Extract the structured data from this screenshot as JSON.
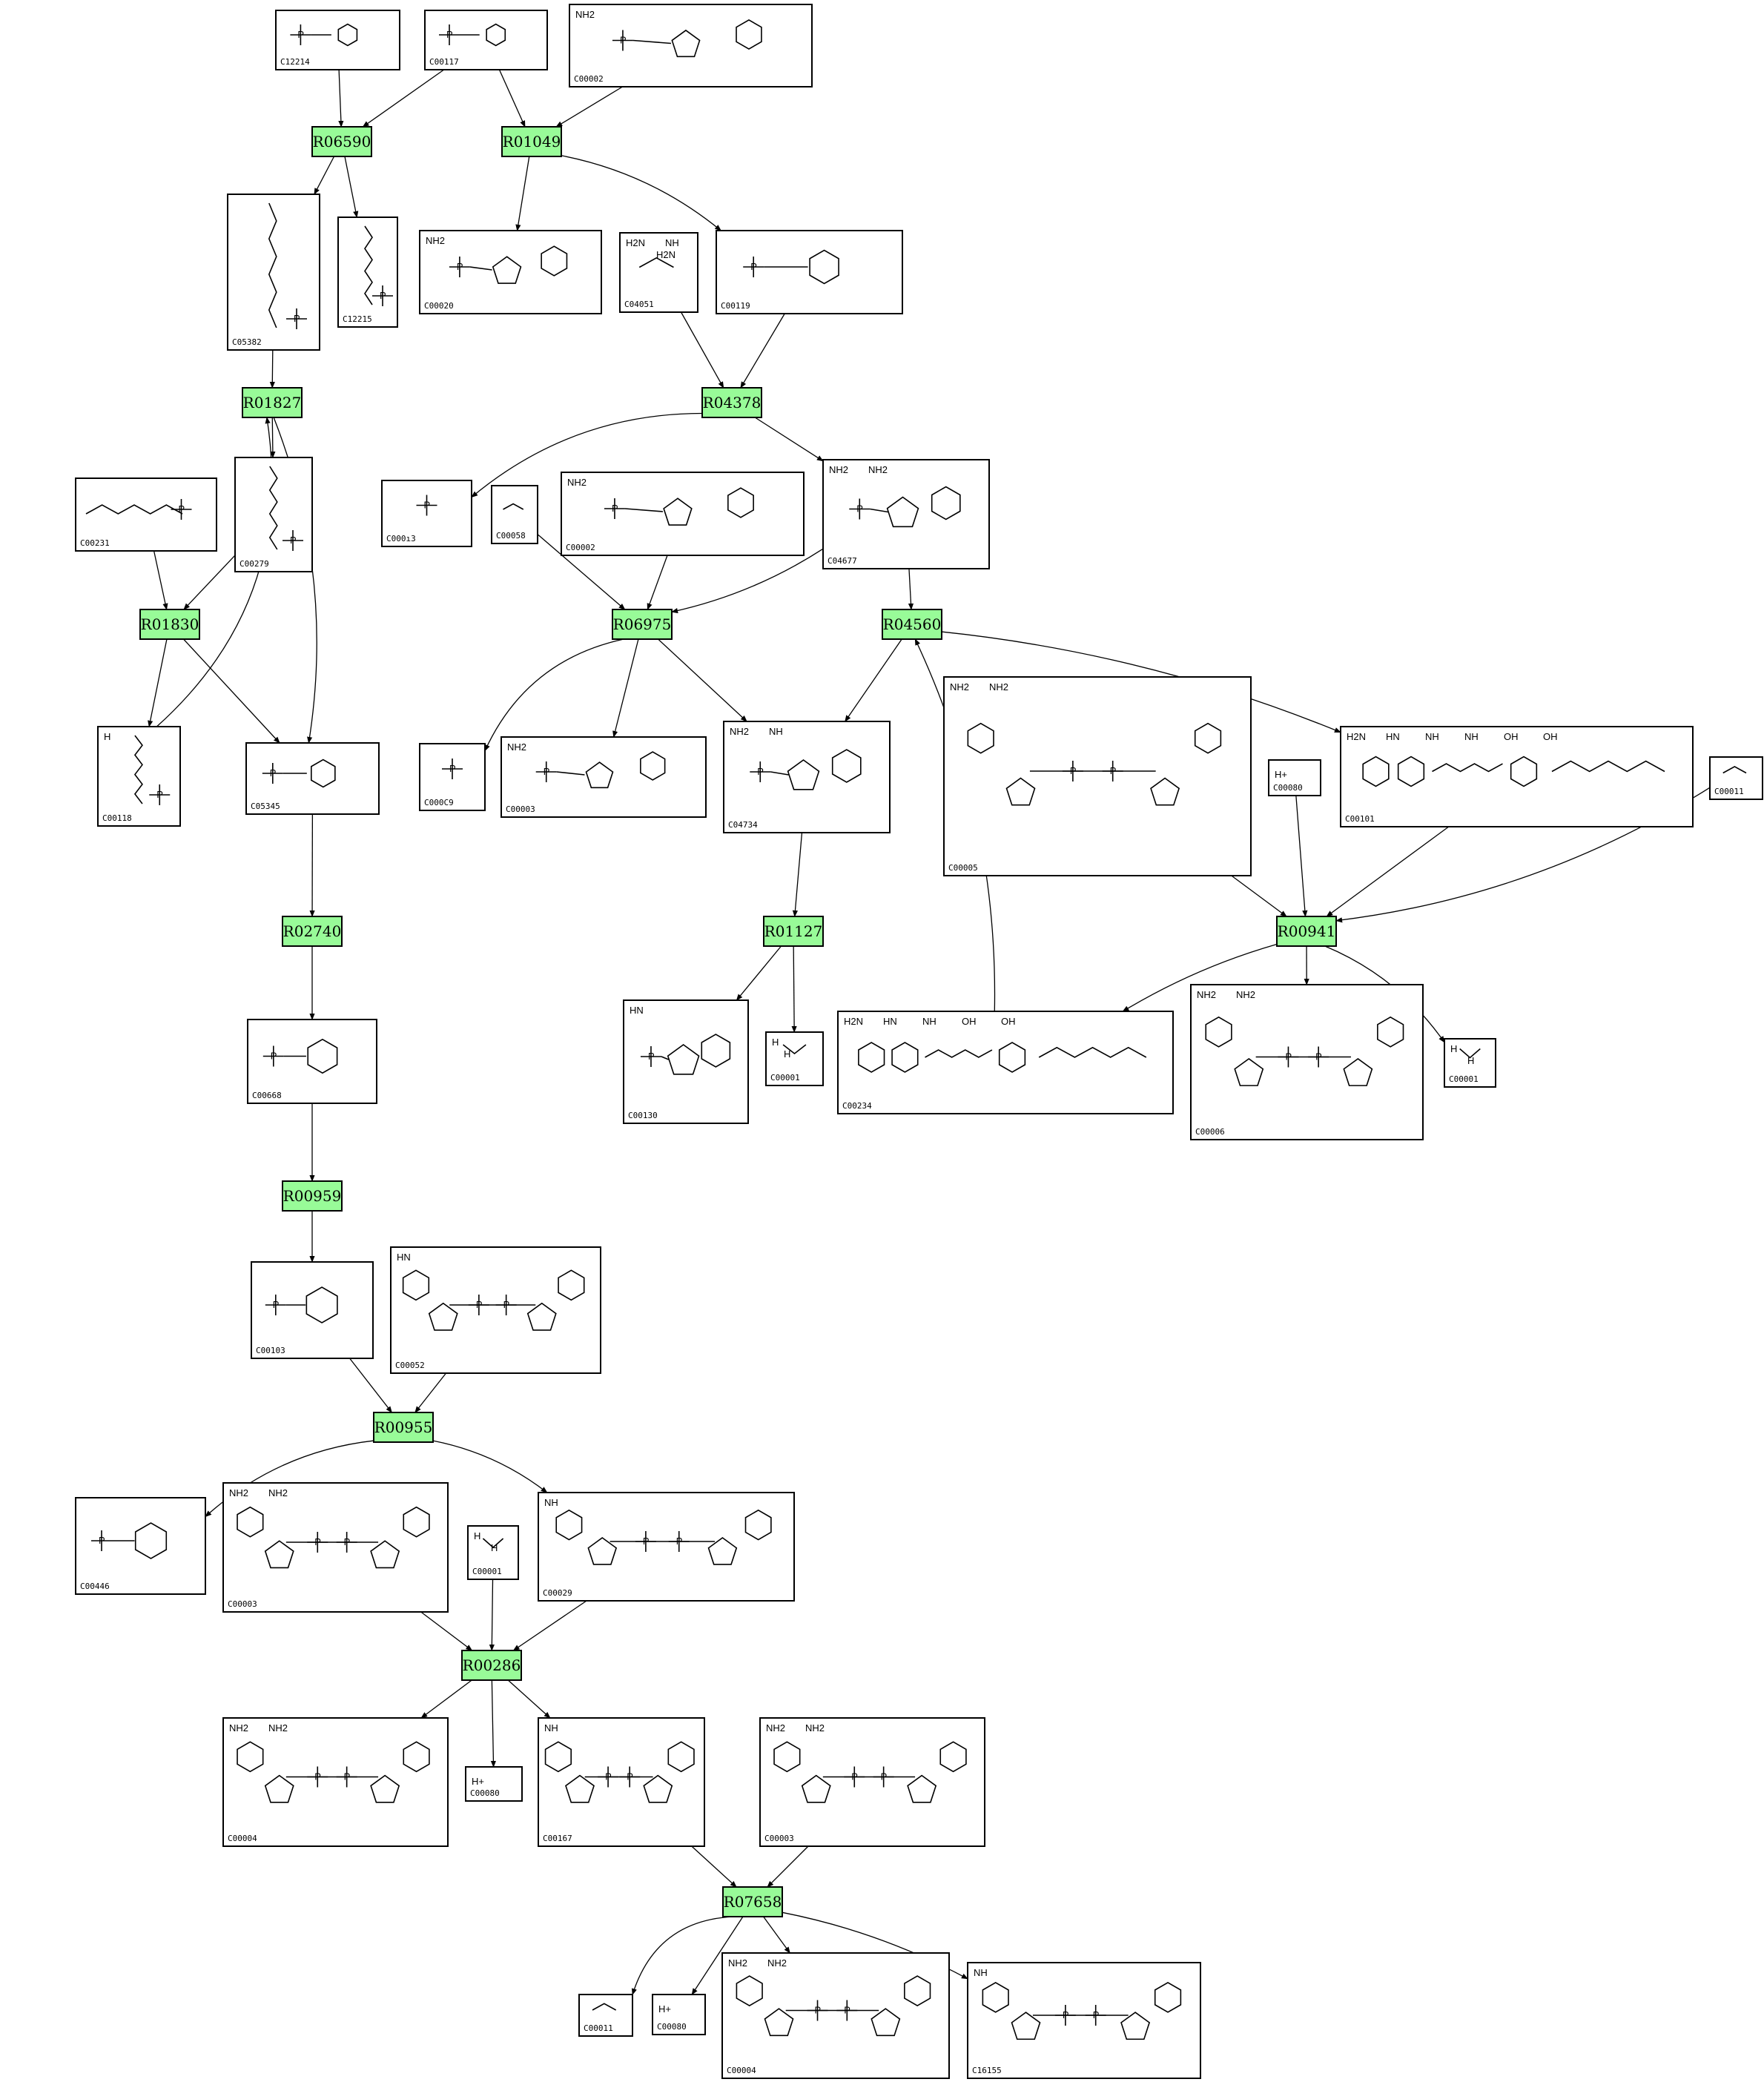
{
  "reactions": [
    {
      "id": "R06590"
    },
    {
      "id": "R01049"
    },
    {
      "id": "R01827"
    },
    {
      "id": "R04378"
    },
    {
      "id": "R01830"
    },
    {
      "id": "R06975"
    },
    {
      "id": "R04560"
    },
    {
      "id": "R02740"
    },
    {
      "id": "R01127"
    },
    {
      "id": "R00941"
    },
    {
      "id": "R00959"
    },
    {
      "id": "R00955"
    },
    {
      "id": "R00286"
    },
    {
      "id": "R07658"
    }
  ],
  "compounds": [
    {
      "id": "C12214",
      "kind": "phosphosugar"
    },
    {
      "id": "C00117",
      "kind": "phosphosugar"
    },
    {
      "id": "C00002",
      "kind": "nucleotide",
      "atoms": [
        "NH2"
      ]
    },
    {
      "id": "C05382",
      "kind": "chain"
    },
    {
      "id": "C12215",
      "kind": "chain"
    },
    {
      "id": "C00020",
      "kind": "nucleotide",
      "atoms": [
        "NH2"
      ]
    },
    {
      "id": "C04051",
      "kind": "small",
      "atoms": [
        "H2N",
        "NH",
        "H2N"
      ]
    },
    {
      "id": "C00119",
      "kind": "phosphosugar"
    },
    {
      "id": "C00231",
      "kind": "chain"
    },
    {
      "id": "C00279",
      "kind": "chain"
    },
    {
      "id": "C00013",
      "kind": "phosphate",
      "label": "C000ı3"
    },
    {
      "id": "C00058",
      "kind": "small"
    },
    {
      "id": "C00002b",
      "label": "C00002",
      "kind": "nucleotide",
      "atoms": [
        "NH2"
      ]
    },
    {
      "id": "C04677",
      "kind": "nucleotide",
      "atoms": [
        "NH2",
        "NH2"
      ]
    },
    {
      "id": "C00118",
      "kind": "chain",
      "atoms": [
        "H"
      ]
    },
    {
      "id": "C05345",
      "kind": "phosphosugar"
    },
    {
      "id": "C00009",
      "kind": "phosphate",
      "label": "C000C9"
    },
    {
      "id": "C00003a",
      "label": "C00003",
      "kind": "nucleotide",
      "atoms": [
        "NH2"
      ]
    },
    {
      "id": "C04734",
      "kind": "nucleotide",
      "atoms": [
        "NH2",
        "NH"
      ]
    },
    {
      "id": "C00005",
      "kind": "dinucleotide",
      "atoms": [
        "NH2",
        "NH2"
      ]
    },
    {
      "id": "C00080a",
      "label": "C00080",
      "kind": "proton",
      "atoms": [
        "H+"
      ]
    },
    {
      "id": "C00101",
      "kind": "folate",
      "atoms": [
        "H2N",
        "HN",
        "NH",
        "NH",
        "OH",
        "OH"
      ]
    },
    {
      "id": "C00011a",
      "label": "C00011",
      "kind": "small"
    },
    {
      "id": "C00668",
      "kind": "phosphosugar"
    },
    {
      "id": "C00130",
      "kind": "nucleotide",
      "atoms": [
        "HN"
      ]
    },
    {
      "id": "C00001a",
      "label": "C00001",
      "kind": "water",
      "atoms": [
        "H",
        "H"
      ]
    },
    {
      "id": "C00234",
      "kind": "folate",
      "atoms": [
        "H2N",
        "HN",
        "NH",
        "OH",
        "OH"
      ]
    },
    {
      "id": "C00006",
      "kind": "dinucleotide",
      "atoms": [
        "NH2",
        "NH2"
      ]
    },
    {
      "id": "C00001b",
      "label": "C00001",
      "kind": "water",
      "atoms": [
        "H",
        "H"
      ]
    },
    {
      "id": "C00103",
      "kind": "phosphosugar"
    },
    {
      "id": "C00052",
      "kind": "dinucleotide",
      "atoms": [
        "HN"
      ]
    },
    {
      "id": "C00446",
      "kind": "phosphosugar"
    },
    {
      "id": "C00003b",
      "label": "C00003",
      "kind": "dinucleotide",
      "atoms": [
        "NH2",
        "NH2"
      ]
    },
    {
      "id": "C00001c",
      "label": "C00001",
      "kind": "water",
      "atoms": [
        "H",
        "H"
      ]
    },
    {
      "id": "C00029",
      "kind": "dinucleotide",
      "atoms": [
        "NH"
      ]
    },
    {
      "id": "C00004a",
      "label": "C00004",
      "kind": "dinucleotide",
      "atoms": [
        "NH2",
        "NH2"
      ]
    },
    {
      "id": "C00080b",
      "label": "C00080",
      "kind": "proton",
      "atoms": [
        "H+"
      ]
    },
    {
      "id": "C00167",
      "kind": "dinucleotide",
      "atoms": [
        "NH"
      ]
    },
    {
      "id": "C00003c",
      "label": "C00003",
      "kind": "dinucleotide",
      "atoms": [
        "NH2",
        "NH2"
      ]
    },
    {
      "id": "C00011b",
      "label": "C00011",
      "kind": "small"
    },
    {
      "id": "C00080c",
      "label": "C00080",
      "kind": "proton",
      "atoms": [
        "H+"
      ]
    },
    {
      "id": "C00004b",
      "label": "C00004",
      "kind": "dinucleotide",
      "atoms": [
        "NH2",
        "NH2"
      ]
    },
    {
      "id": "C16155",
      "kind": "dinucleotide",
      "atoms": [
        "NH"
      ]
    }
  ],
  "edges": [
    [
      "C12214",
      "R06590"
    ],
    [
      "C00117",
      "R06590"
    ],
    [
      "C00117",
      "R01049"
    ],
    [
      "C00002",
      "R01049"
    ],
    [
      "R06590",
      "C05382"
    ],
    [
      "R06590",
      "C12215"
    ],
    [
      "R01049",
      "C00020"
    ],
    [
      "R01049",
      "C00119"
    ],
    [
      "C05382",
      "R01827"
    ],
    [
      "C04051",
      "R04378"
    ],
    [
      "C00119",
      "R04378"
    ],
    [
      "R01827",
      "C00279"
    ],
    [
      "R01827",
      "C05345"
    ],
    [
      "C00118",
      "R01827"
    ],
    [
      "R04378",
      "C00013"
    ],
    [
      "R04378",
      "C04677"
    ],
    [
      "C00231",
      "R01830"
    ],
    [
      "C00279",
      "R01830"
    ],
    [
      "C00058",
      "R06975"
    ],
    [
      "C00002b",
      "R06975"
    ],
    [
      "C04677",
      "R06975"
    ],
    [
      "C04677",
      "R04560"
    ],
    [
      "R01830",
      "C00118"
    ],
    [
      "R01830",
      "C05345"
    ],
    [
      "R06975",
      "C00009"
    ],
    [
      "R06975",
      "C00003a"
    ],
    [
      "R06975",
      "C04734"
    ],
    [
      "R04560",
      "C04734"
    ],
    [
      "R04560",
      "C00101"
    ],
    [
      "C00234",
      "R04560"
    ],
    [
      "C05345",
      "R02740"
    ],
    [
      "C04734",
      "R01127"
    ],
    [
      "C00005",
      "R00941"
    ],
    [
      "C00080a",
      "R00941"
    ],
    [
      "C00101",
      "R00941"
    ],
    [
      "C00011a",
      "R00941"
    ],
    [
      "R02740",
      "C00668"
    ],
    [
      "R01127",
      "C00130"
    ],
    [
      "R01127",
      "C00001a"
    ],
    [
      "R00941",
      "C00234"
    ],
    [
      "R00941",
      "C00006"
    ],
    [
      "R00941",
      "C00001b"
    ],
    [
      "C00668",
      "R00959"
    ],
    [
      "R00959",
      "C00103"
    ],
    [
      "C00103",
      "R00955"
    ],
    [
      "C00052",
      "R00955"
    ],
    [
      "R00955",
      "C00446"
    ],
    [
      "R00955",
      "C00029"
    ],
    [
      "C00003b",
      "R00286"
    ],
    [
      "C00001c",
      "R00286"
    ],
    [
      "C00029",
      "R00286"
    ],
    [
      "R00286",
      "C00004a"
    ],
    [
      "R00286",
      "C00080b"
    ],
    [
      "R00286",
      "C00167"
    ],
    [
      "C00167",
      "R07658"
    ],
    [
      "C00003c",
      "R07658"
    ],
    [
      "R07658",
      "C00011b"
    ],
    [
      "R07658",
      "C00080c"
    ],
    [
      "R07658",
      "C00004b"
    ],
    [
      "R07658",
      "C16155"
    ]
  ]
}
